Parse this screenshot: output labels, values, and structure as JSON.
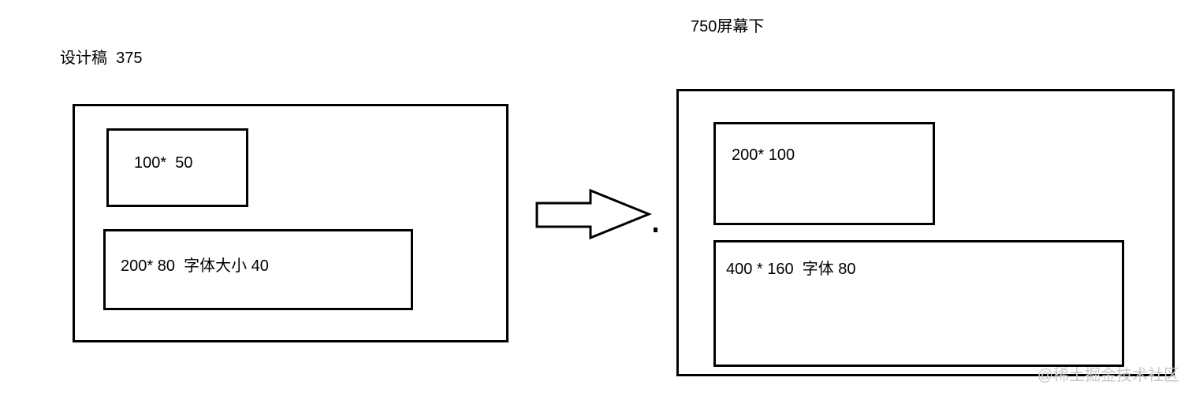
{
  "left": {
    "title": "设计稿  375",
    "box_small_label": "100*  50",
    "box_wide_label": "200* 80  字体大小 40"
  },
  "right": {
    "title": "750屏幕下",
    "box_small_label": "200* 100",
    "box_wide_label": "400 * 160  字体 80"
  },
  "arrow": {
    "icon": "right-arrow-icon"
  },
  "watermark": "@稀土掘金技术社区",
  "colors": {
    "stroke": "#000000",
    "background": "#ffffff",
    "watermark": "#c9c9c9"
  }
}
